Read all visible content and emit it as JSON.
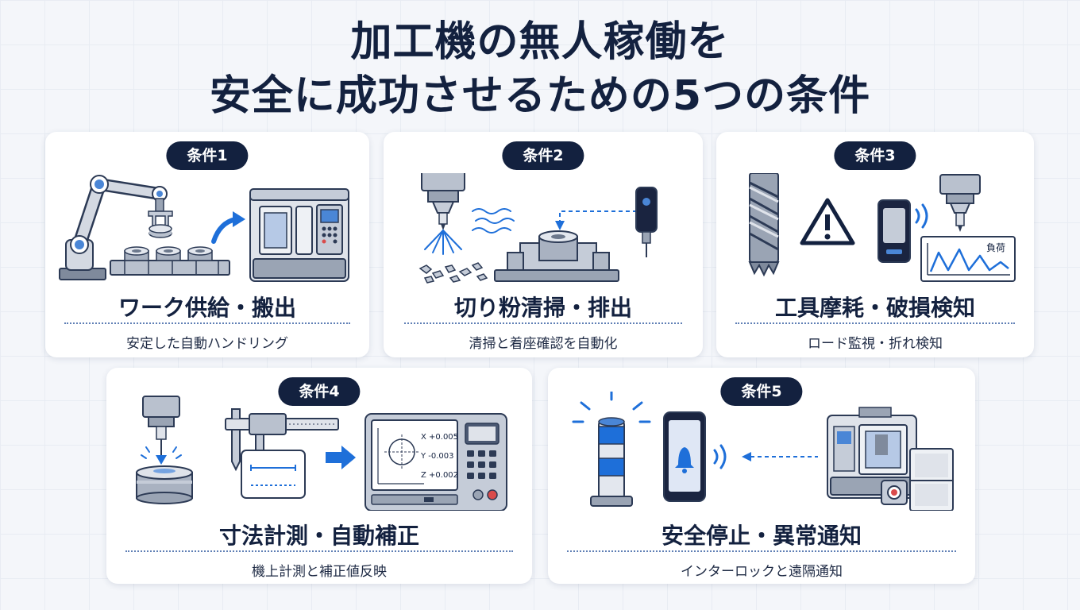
{
  "title": {
    "line1": "加工機の無人稼働を",
    "line2": "安全に成功させるための5つの条件"
  },
  "cards": [
    {
      "badge": "条件1",
      "heading": "ワーク供給・搬出",
      "sub": "安定した自動ハンドリング"
    },
    {
      "badge": "条件2",
      "heading": "切り粉清掃・排出",
      "sub": "清掃と着座確認を自動化"
    },
    {
      "badge": "条件3",
      "heading": "工具摩耗・破損検知",
      "sub": "ロード監視・折れ検知",
      "graph_label": "負荷"
    },
    {
      "badge": "条件4",
      "heading": "寸法計測・自動補正",
      "sub": "機上計測と補正値反映",
      "readouts": {
        "x": "X +0.005",
        "y": "Y -0.003",
        "z": "Z +0.002"
      }
    },
    {
      "badge": "条件5",
      "heading": "安全停止・異常通知",
      "sub": "インターロックと遠隔通知"
    }
  ],
  "colors": {
    "navy": "#13213f",
    "accent_blue": "#1e6fd9",
    "metal": "#9aa4b4",
    "card_bg": "#ffffff"
  },
  "icons": {
    "card1": [
      "robot-arm-icon",
      "curved-arrow-icon",
      "pallet-workpieces-icon",
      "cnc-machine-icon"
    ],
    "card2": [
      "spindle-icon",
      "air-blow-icon",
      "chips-icon",
      "fixture-workpiece-icon",
      "seating-sensor-icon"
    ],
    "card3": [
      "end-mill-icon",
      "warning-icon",
      "wireless-sensor-icon",
      "spindle-icon",
      "load-graph-icon"
    ],
    "card4": [
      "touch-probe-icon",
      "caliper-icon",
      "arrow-right-icon",
      "control-panel-icon"
    ],
    "card5": [
      "signal-tower-icon",
      "smartphone-bell-icon",
      "cnc-machine-icon",
      "safety-door-icon"
    ]
  }
}
